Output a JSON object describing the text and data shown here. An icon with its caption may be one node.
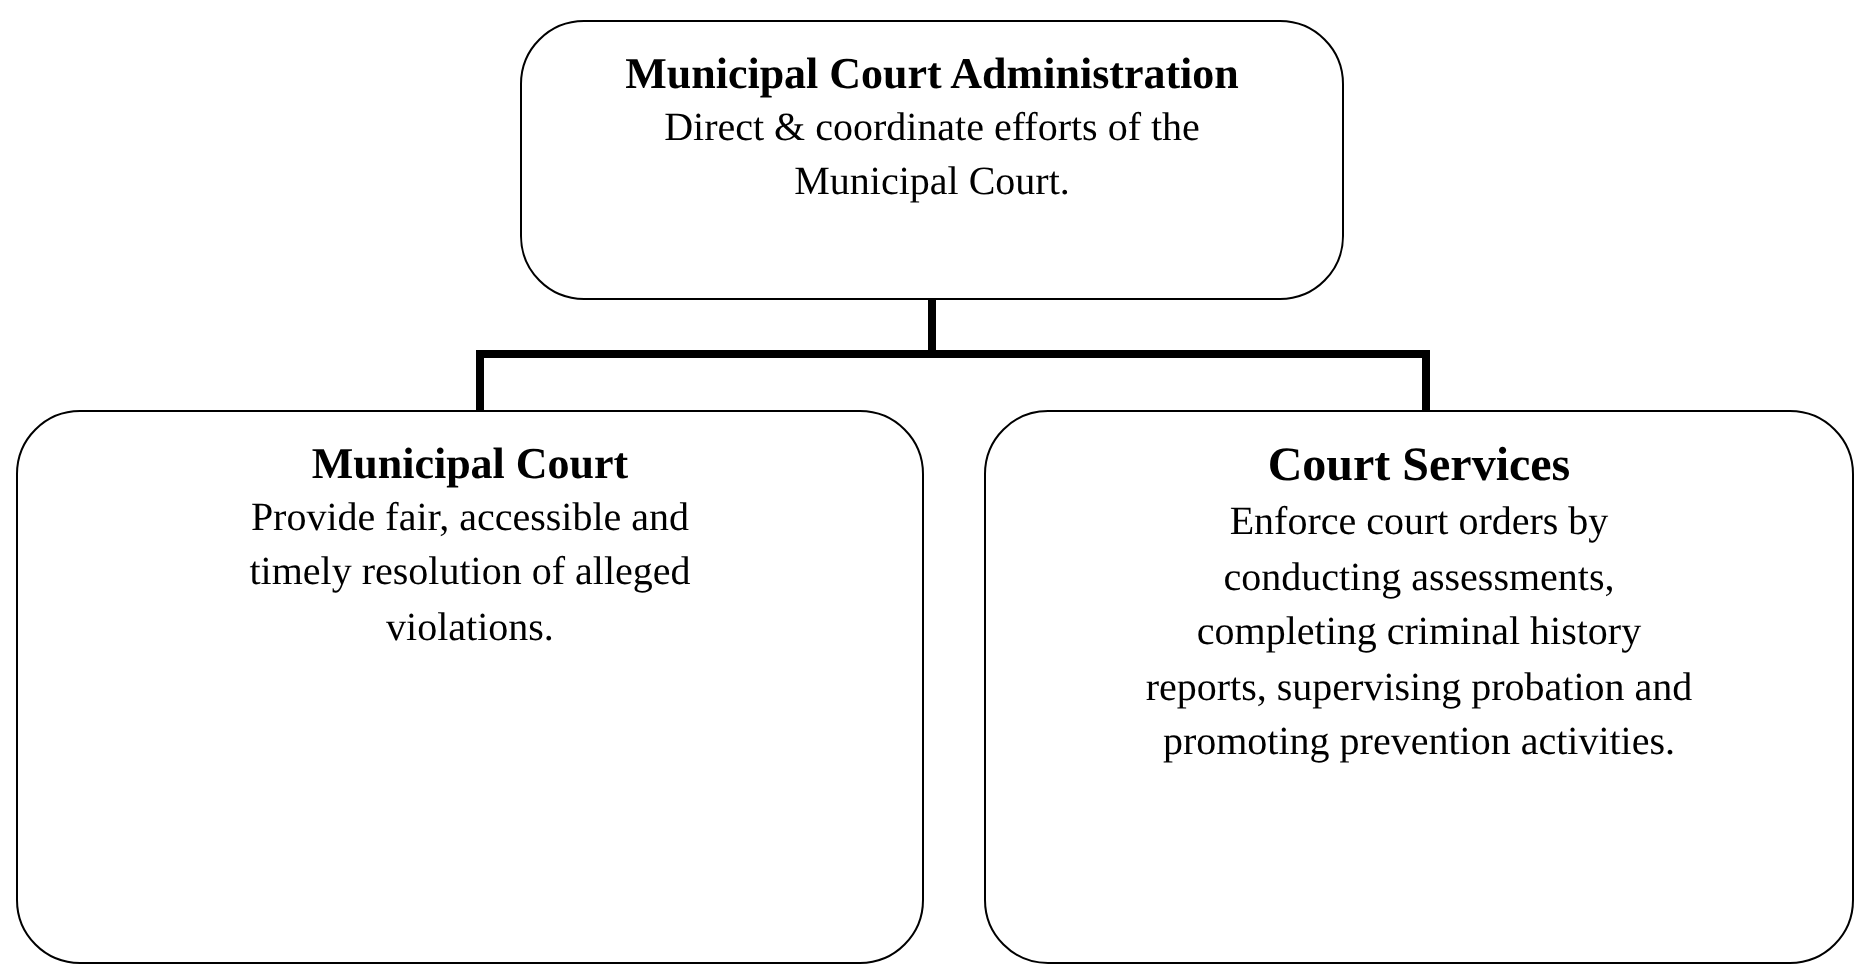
{
  "diagram": {
    "nodes": [
      {
        "text": [
          "Municipal Court Administration",
          "Direct & coordinate efforts of the Municipal Court."
        ]
      },
      {
        "text": [
          "Municipal Court",
          "Provide fair, accessible and timely resolution of alleged violations."
        ]
      },
      {
        "text": [
          "Court Services",
          "Enforce court orders by conducting assessments, completing criminal history reports, supervising probation and promoting prevention activities."
        ]
      }
    ],
    "edges": [
      {
        "from": 0,
        "to": 1,
        "arrow": "none"
      },
      {
        "from": 0,
        "to": 2,
        "arrow": "none"
      }
    ]
  }
}
